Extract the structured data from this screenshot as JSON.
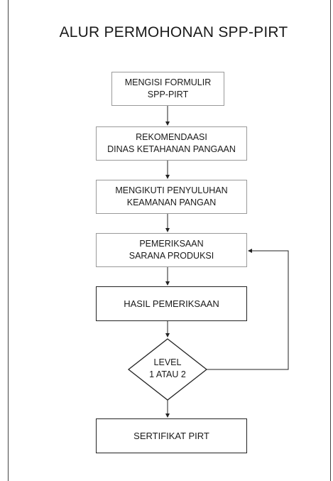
{
  "title": "ALUR PERMOHONAN SPP-PIRT",
  "steps": [
    {
      "lines": [
        "MENGISI FORMULIR",
        "SPP-PIRT"
      ]
    },
    {
      "lines": [
        "REKOMENDAASI",
        "DINAS KETAHANAN PANGAAN"
      ]
    },
    {
      "lines": [
        "MENGIKUTI PENYULUHAN",
        "KEAMANAN PANGAN"
      ]
    },
    {
      "lines": [
        "PEMERIKSAAN",
        "SARANA PRODUKSI"
      ]
    },
    {
      "lines": [
        "HASIL PEMERIKSAAN"
      ]
    }
  ],
  "decision": {
    "lines": [
      "LEVEL",
      "1 ATAU 2"
    ]
  },
  "final": {
    "lines": [
      "SERTIFIKAT PIRT"
    ]
  }
}
